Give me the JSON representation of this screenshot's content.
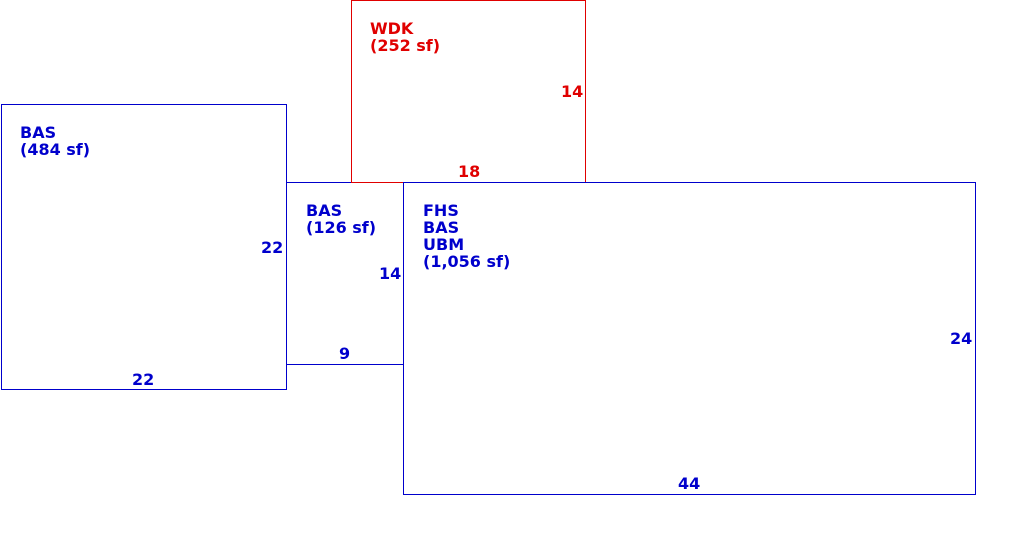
{
  "colors": {
    "main": "#0000cc",
    "deck": "#e00000"
  },
  "areas": {
    "left_bas": {
      "code": "BAS",
      "area": "(484 sf)",
      "dim_side": "22",
      "dim_bottom": "22"
    },
    "mid_bas": {
      "code": "BAS",
      "area": "(126 sf)",
      "dim_side": "14",
      "dim_bottom": "9"
    },
    "wdk": {
      "code": "WDK",
      "area": "(252 sf)",
      "dim_side": "14",
      "dim_bottom": "18"
    },
    "main_house": {
      "code1": "FHS",
      "code2": "BAS",
      "code3": "UBM",
      "area": "(1,056 sf)",
      "dim_side": "24",
      "dim_bottom": "44"
    }
  }
}
